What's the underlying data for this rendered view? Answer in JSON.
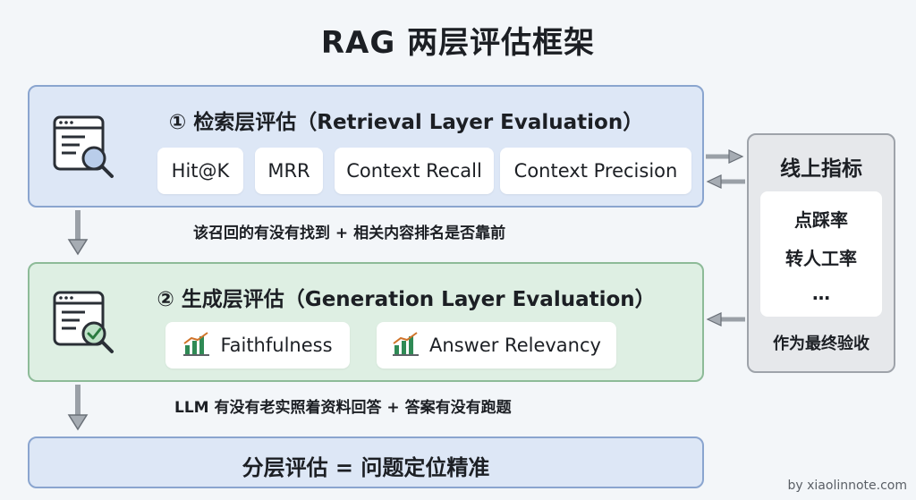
{
  "title": "RAG 两层评估框架",
  "retrieval_layer": {
    "title": "① 检索层评估（Retrieval Layer Evaluation）",
    "icon": "search-document-icon",
    "metrics": [
      "Hit@K",
      "MRR",
      "Context Recall",
      "Context Precision"
    ],
    "caption": "该召回的有没有找到 + 相关内容排名是否靠前"
  },
  "generation_layer": {
    "title": "② 生成层评估（Generation Layer Evaluation）",
    "icon": "check-document-icon",
    "metrics": [
      {
        "label": "Faithfulness",
        "icon": "bar-chart-icon"
      },
      {
        "label": "Answer Relevancy",
        "icon": "bar-chart-icon"
      }
    ],
    "caption": "LLM 有没有老实照着资料回答 + 答案有没有跑题"
  },
  "conclusion": "分层评估 = 问题定位精准",
  "online_metrics": {
    "title": "线上指标",
    "items": [
      "点踩率",
      "转人工率",
      "…"
    ],
    "footer": "作为最终验收"
  },
  "watermark": "by xiaolinnote.com",
  "colors": {
    "retrieval_bg": "#dde7f6",
    "generation_bg": "#deefe3",
    "online_bg": "#e6e8eb"
  }
}
